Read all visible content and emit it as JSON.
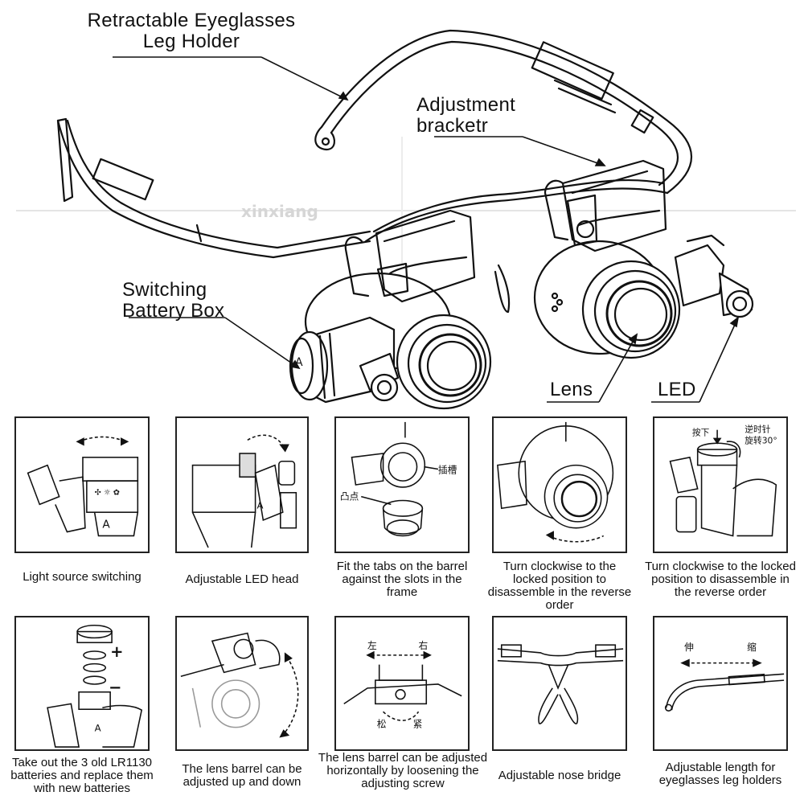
{
  "callouts": {
    "leg_holder": "Retractable Eyeglasses\nLeg Holder",
    "bracket": "Adjustment\nbracketr",
    "battery_box": "Switching\nBattery Box",
    "lens": "Lens",
    "led": "LED"
  },
  "watermark": "xinxiang",
  "steps": [
    {
      "caption": "Light source switching"
    },
    {
      "caption": "Adjustable LED head"
    },
    {
      "caption": "Fit the tabs on the barrel against the slots in the frame",
      "labels": {
        "slot": "插槽",
        "tab": "凸点"
      }
    },
    {
      "caption": "Turn clockwise to the locked position to disassemble in the reverse order"
    },
    {
      "caption": "Turn clockwise to the locked position to disassemble in the reverse order",
      "labels": {
        "press": "按下",
        "rotate": "逆时针\n旋转30°"
      }
    },
    {
      "caption": "Take out the 3 old LR1130 batteries and replace them with new batteries",
      "labels": {
        "plus": "+",
        "minus": "−"
      }
    },
    {
      "caption": "The lens barrel can be adjusted up and down"
    },
    {
      "caption": "The lens barrel can be adjusted horizontally by loosening the adjusting screw",
      "labels": {
        "left": "左",
        "right": "右",
        "loosen": "松",
        "tighten": "紧"
      }
    },
    {
      "caption": "Adjustable nose bridge"
    },
    {
      "caption": "Adjustable length for eyeglasses leg holders",
      "labels": {
        "extend": "伸",
        "shrink": "缩"
      }
    }
  ]
}
